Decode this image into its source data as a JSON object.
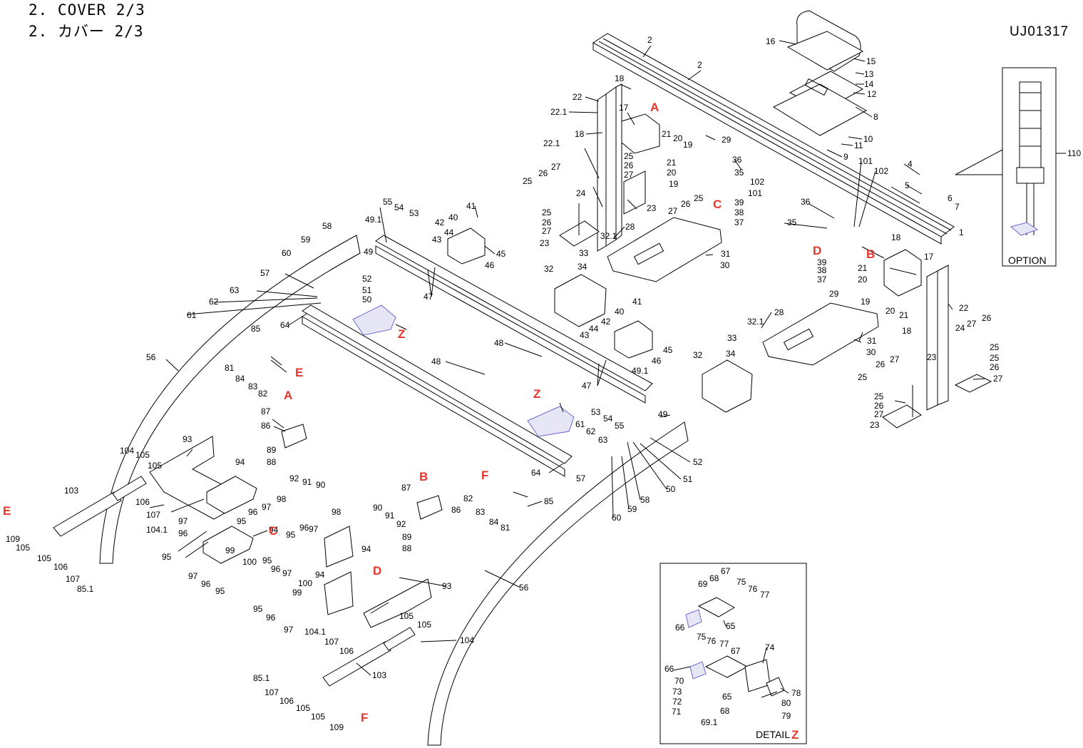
{
  "header": {
    "title_en": "2. COVER  2/3",
    "title_jp": "2. カバー  2/3",
    "doc_code": "UJ01317"
  },
  "colors": {
    "ref": "#e8352b",
    "line": "#000000",
    "highlight": "#6a6ad0"
  },
  "refs": [
    {
      "id": "A1",
      "text": "A"
    },
    {
      "id": "A2",
      "text": "A"
    },
    {
      "id": "B1",
      "text": "B"
    },
    {
      "id": "B2",
      "text": "B"
    },
    {
      "id": "C1",
      "text": "C"
    },
    {
      "id": "C2",
      "text": "C"
    },
    {
      "id": "D1",
      "text": "D"
    },
    {
      "id": "D2",
      "text": "D"
    },
    {
      "id": "E1",
      "text": "E"
    },
    {
      "id": "E2",
      "text": "E"
    },
    {
      "id": "F1",
      "text": "F"
    },
    {
      "id": "F2",
      "text": "F"
    },
    {
      "id": "Z1",
      "text": "Z"
    },
    {
      "id": "Z2",
      "text": "Z"
    },
    {
      "id": "Z3",
      "text": "Z"
    }
  ],
  "captions": {
    "option": "OPTION",
    "detail": "DETAIL"
  },
  "labels": [
    {
      "t": "2"
    },
    {
      "t": "2"
    },
    {
      "t": "16"
    },
    {
      "t": "15"
    },
    {
      "t": "13"
    },
    {
      "t": "14"
    },
    {
      "t": "12"
    },
    {
      "t": "8"
    },
    {
      "t": "10"
    },
    {
      "t": "11"
    },
    {
      "t": "9"
    },
    {
      "t": "110"
    },
    {
      "t": "18"
    },
    {
      "t": "22"
    },
    {
      "t": "22.1"
    },
    {
      "t": "17"
    },
    {
      "t": "18"
    },
    {
      "t": "21"
    },
    {
      "t": "20"
    },
    {
      "t": "19"
    },
    {
      "t": "29"
    },
    {
      "t": "22.1"
    },
    {
      "t": "25"
    },
    {
      "t": "21"
    },
    {
      "t": "26"
    },
    {
      "t": "20"
    },
    {
      "t": "27"
    },
    {
      "t": "19"
    },
    {
      "t": "24"
    },
    {
      "t": "23"
    },
    {
      "t": "27"
    },
    {
      "t": "26"
    },
    {
      "t": "25"
    },
    {
      "t": "25"
    },
    {
      "t": "26"
    },
    {
      "t": "27"
    },
    {
      "t": "25"
    },
    {
      "t": "26"
    },
    {
      "t": "27"
    },
    {
      "t": "23"
    },
    {
      "t": "36"
    },
    {
      "t": "35"
    },
    {
      "t": "102"
    },
    {
      "t": "101"
    },
    {
      "t": "39"
    },
    {
      "t": "38"
    },
    {
      "t": "37"
    },
    {
      "t": "101"
    },
    {
      "t": "102"
    },
    {
      "t": "4"
    },
    {
      "t": "5"
    },
    {
      "t": "6"
    },
    {
      "t": "7"
    },
    {
      "t": "1"
    },
    {
      "t": "36"
    },
    {
      "t": "35"
    },
    {
      "t": "39"
    },
    {
      "t": "38"
    },
    {
      "t": "37"
    },
    {
      "t": "18"
    },
    {
      "t": "17"
    },
    {
      "t": "21"
    },
    {
      "t": "20"
    },
    {
      "t": "19"
    },
    {
      "t": "20"
    },
    {
      "t": "21"
    },
    {
      "t": "22"
    },
    {
      "t": "29"
    },
    {
      "t": "18"
    },
    {
      "t": "25"
    },
    {
      "t": "26"
    },
    {
      "t": "27"
    },
    {
      "t": "25"
    },
    {
      "t": "26"
    },
    {
      "t": "27"
    },
    {
      "t": "23"
    },
    {
      "t": "24"
    },
    {
      "t": "27"
    },
    {
      "t": "26"
    },
    {
      "t": "25"
    },
    {
      "t": "25"
    },
    {
      "t": "26"
    },
    {
      "t": "27"
    },
    {
      "t": "23"
    },
    {
      "t": "28"
    },
    {
      "t": "32.1"
    },
    {
      "t": "33"
    },
    {
      "t": "34"
    },
    {
      "t": "32"
    },
    {
      "t": "31"
    },
    {
      "t": "30"
    },
    {
      "t": "28"
    },
    {
      "t": "32.1"
    },
    {
      "t": "33"
    },
    {
      "t": "34"
    },
    {
      "t": "32"
    },
    {
      "t": "31"
    },
    {
      "t": "30"
    },
    {
      "t": "41"
    },
    {
      "t": "40"
    },
    {
      "t": "42"
    },
    {
      "t": "44"
    },
    {
      "t": "43"
    },
    {
      "t": "45"
    },
    {
      "t": "46"
    },
    {
      "t": "47"
    },
    {
      "t": "41"
    },
    {
      "t": "40"
    },
    {
      "t": "42"
    },
    {
      "t": "44"
    },
    {
      "t": "43"
    },
    {
      "t": "45"
    },
    {
      "t": "46"
    },
    {
      "t": "47"
    },
    {
      "t": "48"
    },
    {
      "t": "48"
    },
    {
      "t": "49.1"
    },
    {
      "t": "55"
    },
    {
      "t": "54"
    },
    {
      "t": "53"
    },
    {
      "t": "49.1"
    },
    {
      "t": "49"
    },
    {
      "t": "52"
    },
    {
      "t": "51"
    },
    {
      "t": "50"
    },
    {
      "t": "64"
    },
    {
      "t": "58"
    },
    {
      "t": "59"
    },
    {
      "t": "60"
    },
    {
      "t": "57"
    },
    {
      "t": "63"
    },
    {
      "t": "62"
    },
    {
      "t": "61"
    },
    {
      "t": "56"
    },
    {
      "t": "85"
    },
    {
      "t": "81"
    },
    {
      "t": "84"
    },
    {
      "t": "83"
    },
    {
      "t": "82"
    },
    {
      "t": "53"
    },
    {
      "t": "54"
    },
    {
      "t": "55"
    },
    {
      "t": "49"
    },
    {
      "t": "61"
    },
    {
      "t": "62"
    },
    {
      "t": "63"
    },
    {
      "t": "52"
    },
    {
      "t": "51"
    },
    {
      "t": "50"
    },
    {
      "t": "57"
    },
    {
      "t": "64"
    },
    {
      "t": "60"
    },
    {
      "t": "59"
    },
    {
      "t": "58"
    },
    {
      "t": "87"
    },
    {
      "t": "86"
    },
    {
      "t": "89"
    },
    {
      "t": "88"
    },
    {
      "t": "92"
    },
    {
      "t": "91"
    },
    {
      "t": "90"
    },
    {
      "t": "93"
    },
    {
      "t": "94"
    },
    {
      "t": "98"
    },
    {
      "t": "97"
    },
    {
      "t": "96"
    },
    {
      "t": "95"
    },
    {
      "t": "97"
    },
    {
      "t": "96"
    },
    {
      "t": "95"
    },
    {
      "t": "99"
    },
    {
      "t": "100"
    },
    {
      "t": "94"
    },
    {
      "t": "97"
    },
    {
      "t": "96"
    },
    {
      "t": "95"
    },
    {
      "t": "104"
    },
    {
      "t": "105"
    },
    {
      "t": "105"
    },
    {
      "t": "103"
    },
    {
      "t": "106"
    },
    {
      "t": "107"
    },
    {
      "t": "104.1"
    },
    {
      "t": "109"
    },
    {
      "t": "105"
    },
    {
      "t": "105"
    },
    {
      "t": "106"
    },
    {
      "t": "107"
    },
    {
      "t": "85.1"
    },
    {
      "t": "87"
    },
    {
      "t": "90"
    },
    {
      "t": "91"
    },
    {
      "t": "92"
    },
    {
      "t": "89"
    },
    {
      "t": "88"
    },
    {
      "t": "86"
    },
    {
      "t": "82"
    },
    {
      "t": "83"
    },
    {
      "t": "84"
    },
    {
      "t": "81"
    },
    {
      "t": "85"
    },
    {
      "t": "98"
    },
    {
      "t": "97"
    },
    {
      "t": "96"
    },
    {
      "t": "95"
    },
    {
      "t": "94"
    },
    {
      "t": "95"
    },
    {
      "t": "96"
    },
    {
      "t": "97"
    },
    {
      "t": "100"
    },
    {
      "t": "94"
    },
    {
      "t": "99"
    },
    {
      "t": "95"
    },
    {
      "t": "96"
    },
    {
      "t": "97"
    },
    {
      "t": "93"
    },
    {
      "t": "56"
    },
    {
      "t": "104.1"
    },
    {
      "t": "107"
    },
    {
      "t": "106"
    },
    {
      "t": "105"
    },
    {
      "t": "105"
    },
    {
      "t": "104"
    },
    {
      "t": "103"
    },
    {
      "t": "85.1"
    },
    {
      "t": "107"
    },
    {
      "t": "106"
    },
    {
      "t": "105"
    },
    {
      "t": "105"
    },
    {
      "t": "109"
    },
    {
      "t": "69"
    },
    {
      "t": "68"
    },
    {
      "t": "67"
    },
    {
      "t": "75"
    },
    {
      "t": "76"
    },
    {
      "t": "77"
    },
    {
      "t": "66"
    },
    {
      "t": "65"
    },
    {
      "t": "75"
    },
    {
      "t": "76"
    },
    {
      "t": "77"
    },
    {
      "t": "67"
    },
    {
      "t": "74"
    },
    {
      "t": "66"
    },
    {
      "t": "70"
    },
    {
      "t": "73"
    },
    {
      "t": "72"
    },
    {
      "t": "71"
    },
    {
      "t": "65"
    },
    {
      "t": "68"
    },
    {
      "t": "69.1"
    },
    {
      "t": "78"
    },
    {
      "t": "80"
    },
    {
      "t": "79"
    }
  ]
}
